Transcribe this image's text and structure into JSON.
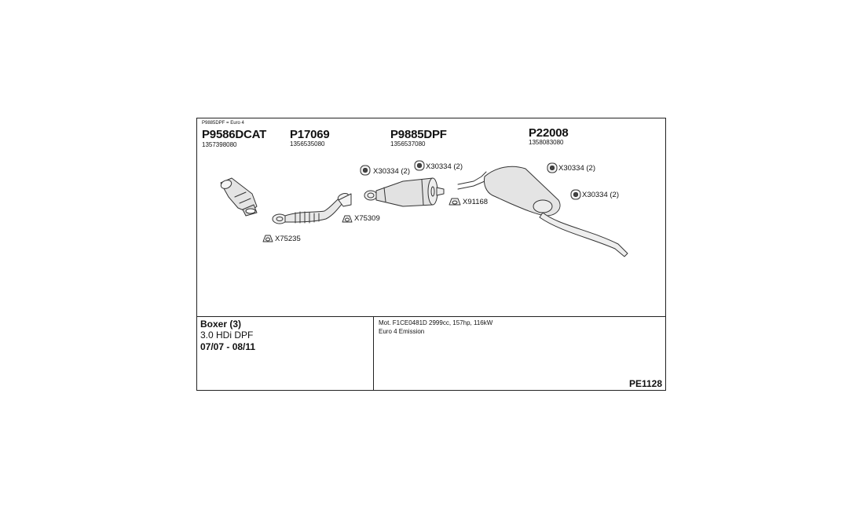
{
  "header_note": "P9885DPF = Euro 4",
  "parts": [
    {
      "code": "P9586DCAT",
      "number": "1357398080"
    },
    {
      "code": "P17069",
      "number": "1356535080"
    },
    {
      "code": "P9885DPF",
      "number": "1356537080"
    },
    {
      "code": "P22008",
      "number": "1358083080"
    }
  ],
  "accessories": [
    {
      "label": "X30334 (2)",
      "icon": "rubber-hanger-icon"
    },
    {
      "label": "X30334 (2)",
      "icon": "rubber-hanger-icon"
    },
    {
      "label": "X30334 (2)",
      "icon": "rubber-hanger-icon"
    },
    {
      "label": "X30334 (2)",
      "icon": "rubber-hanger-icon"
    },
    {
      "label": "X91168",
      "icon": "gasket-icon"
    },
    {
      "label": "X75309",
      "icon": "gasket-icon"
    },
    {
      "label": "X75235",
      "icon": "gasket-icon"
    }
  ],
  "vehicle": {
    "name": "Boxer (3)",
    "engine": "3.0 HDi DPF",
    "years": "07/07 - 08/11"
  },
  "specs": {
    "line1": "Mot. F1CE0481D 2999cc, 157hp, 116kW",
    "line2": "Euro 4 Emission"
  },
  "reference": "PE1128"
}
